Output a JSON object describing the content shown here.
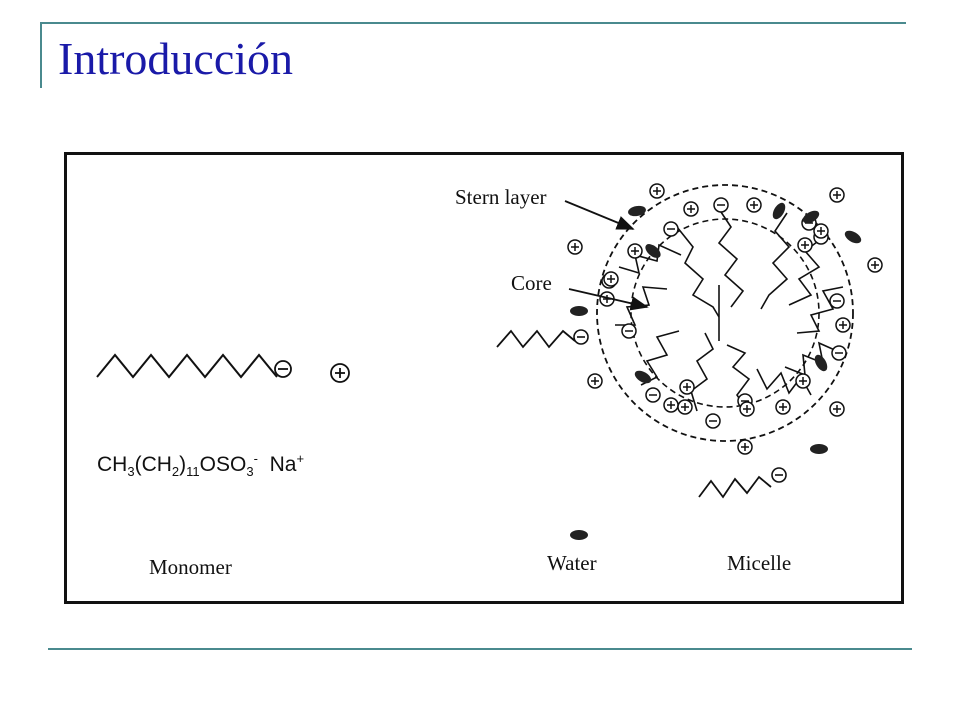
{
  "slide": {
    "title": "Introducción"
  },
  "diagram": {
    "monomer": {
      "label": "Monomer",
      "formula": {
        "p1": "CH",
        "s1": "3",
        "p2": "(CH",
        "s2": "2",
        "p3": ")",
        "s3": "11",
        "p4": "OSO",
        "s4": "3",
        "sup1": "-",
        "counter": "Na",
        "sup2": "+"
      }
    },
    "micelle": {
      "label": "Micelle",
      "stern_label": "Stern layer",
      "core_label": "Core"
    },
    "water": {
      "label": "Water"
    },
    "colors": {
      "title": "#1a1aa8",
      "frame": "#4a8a8e",
      "ink": "#111111"
    }
  }
}
